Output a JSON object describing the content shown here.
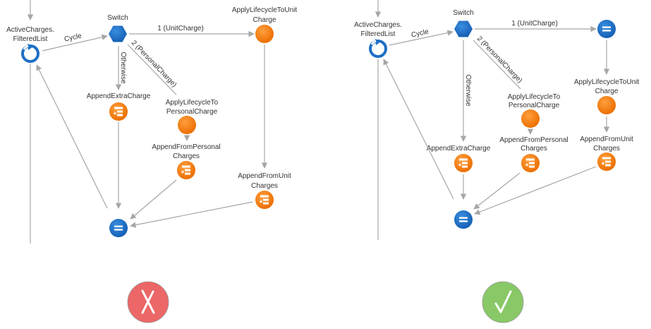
{
  "colors": {
    "blue": "#1f6fc5",
    "orange": "#f07c12",
    "edge": "#a6a6a6",
    "wrong": "#ec6767",
    "right": "#88c866"
  },
  "wrong_flow": {
    "loop_label": [
      "ActiveCharges.",
      "FilteredList"
    ],
    "switch_label": "Switch",
    "cycle_label": "Cycle",
    "edge_unit": "1 (UnitCharge)",
    "edge_personal": "2 (PersonalCharge)",
    "edge_otherwise": "Otherwise",
    "apply_unit": [
      "ApplyLifecycleToUnit",
      "Charge"
    ],
    "apply_personal": [
      "ApplyLifecycleTo",
      "PersonalCharge"
    ],
    "append_extra": "AppendExtraCharge",
    "append_personal": [
      "AppendFromPersonal",
      "Charges"
    ],
    "append_unit": [
      "AppendFromUnit",
      "Charges"
    ],
    "verdict": "wrong",
    "verdict_icon": "x-icon"
  },
  "right_flow": {
    "loop_label": [
      "ActiveCharges.",
      "FilteredList"
    ],
    "switch_label": "Switch",
    "cycle_label": "Cycle",
    "edge_unit": "1 (UnitCharge)",
    "edge_personal": "2 (PersonalCharge)",
    "edge_otherwise": "Otherwise",
    "apply_unit": [
      "ApplyLifecycleToUnit",
      "Charge"
    ],
    "apply_personal": [
      "ApplyLifecycleTo",
      "PersonalCharge"
    ],
    "append_extra": "AppendExtraCharge",
    "append_personal": [
      "AppendFromPersonal",
      "Charges"
    ],
    "append_unit": [
      "AppendFromUnit",
      "Charges"
    ],
    "verdict": "correct",
    "verdict_icon": "check-icon"
  }
}
